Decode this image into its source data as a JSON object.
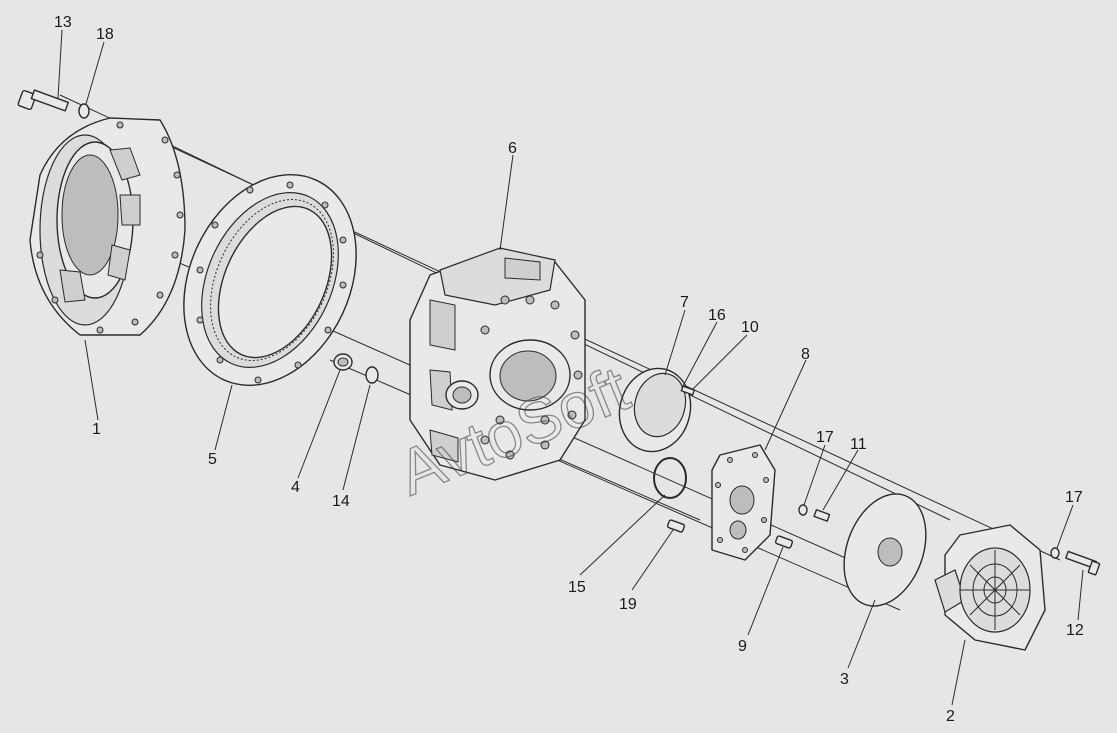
{
  "watermark": "AvtoSoft",
  "callouts": [
    {
      "id": "1",
      "label": "1"
    },
    {
      "id": "2",
      "label": "2"
    },
    {
      "id": "3",
      "label": "3"
    },
    {
      "id": "4",
      "label": "4"
    },
    {
      "id": "5",
      "label": "5"
    },
    {
      "id": "6",
      "label": "6"
    },
    {
      "id": "7",
      "label": "7"
    },
    {
      "id": "8",
      "label": "8"
    },
    {
      "id": "9",
      "label": "9"
    },
    {
      "id": "10",
      "label": "10"
    },
    {
      "id": "11",
      "label": "11"
    },
    {
      "id": "12",
      "label": "12"
    },
    {
      "id": "13",
      "label": "13"
    },
    {
      "id": "14",
      "label": "14"
    },
    {
      "id": "15",
      "label": "15"
    },
    {
      "id": "16",
      "label": "16"
    },
    {
      "id": "17a",
      "label": "17"
    },
    {
      "id": "17b",
      "label": "17"
    },
    {
      "id": "18",
      "label": "18"
    },
    {
      "id": "19",
      "label": "19"
    }
  ]
}
